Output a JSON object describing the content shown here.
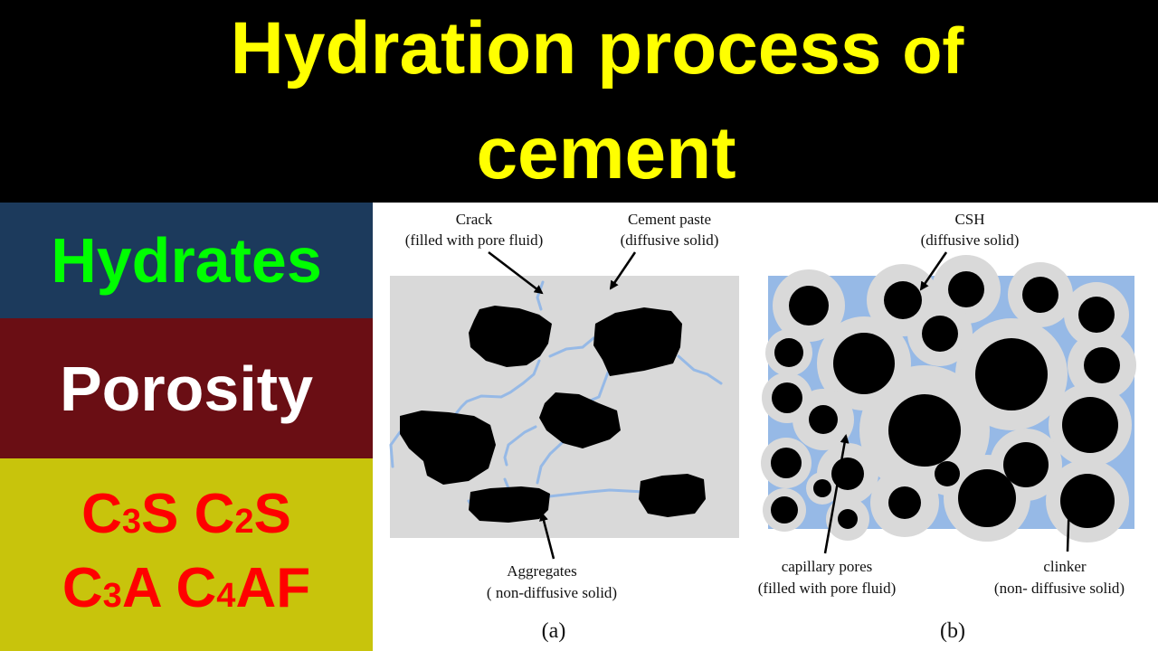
{
  "title": {
    "line1_main": "Hydration process",
    "line1_small": "of",
    "line2": "cement"
  },
  "panels": {
    "hydrates": "Hydrates",
    "porosity": "Porosity",
    "compounds": [
      [
        {
          "t": "C"
        },
        {
          "t": "3",
          "sub": true
        },
        {
          "t": "S C"
        },
        {
          "t": "2",
          "sub": true
        },
        {
          "t": "S"
        }
      ],
      [
        {
          "t": "C"
        },
        {
          "t": "3",
          "sub": true
        },
        {
          "t": "A C"
        },
        {
          "t": "4",
          "sub": true
        },
        {
          "t": "AF"
        }
      ]
    ]
  },
  "diagram_a": {
    "crack_label_1": "Crack",
    "crack_label_2": "(filled with pore fluid)",
    "paste_label_1": "Cement paste",
    "paste_label_2": "(diffusive solid)",
    "aggregates_label_1": "Aggregates",
    "aggregates_label_2": "( non-diffusive solid)",
    "caption": "(a)"
  },
  "diagram_b": {
    "csh_label_1": "CSH",
    "csh_label_2": "(diffusive solid)",
    "pores_label_1": "capillary pores",
    "pores_label_2": "(filled with pore fluid)",
    "clinker_label_1": "clinker",
    "clinker_label_2": "(non- diffusive solid)",
    "caption": "(b)"
  },
  "colors": {
    "title_bar": "#000000",
    "title_text": "#ffff00",
    "hydrates_bg": "#1c3a5c",
    "hydrates_text": "#00ff00",
    "porosity_bg": "#6a0e14",
    "porosity_text": "#ffffff",
    "compounds_bg": "#c8c40c",
    "compounds_text": "#ff0000",
    "paste": "#d9d9d9",
    "pore_fluid": "#96b9e6",
    "solid": "#000000"
  }
}
